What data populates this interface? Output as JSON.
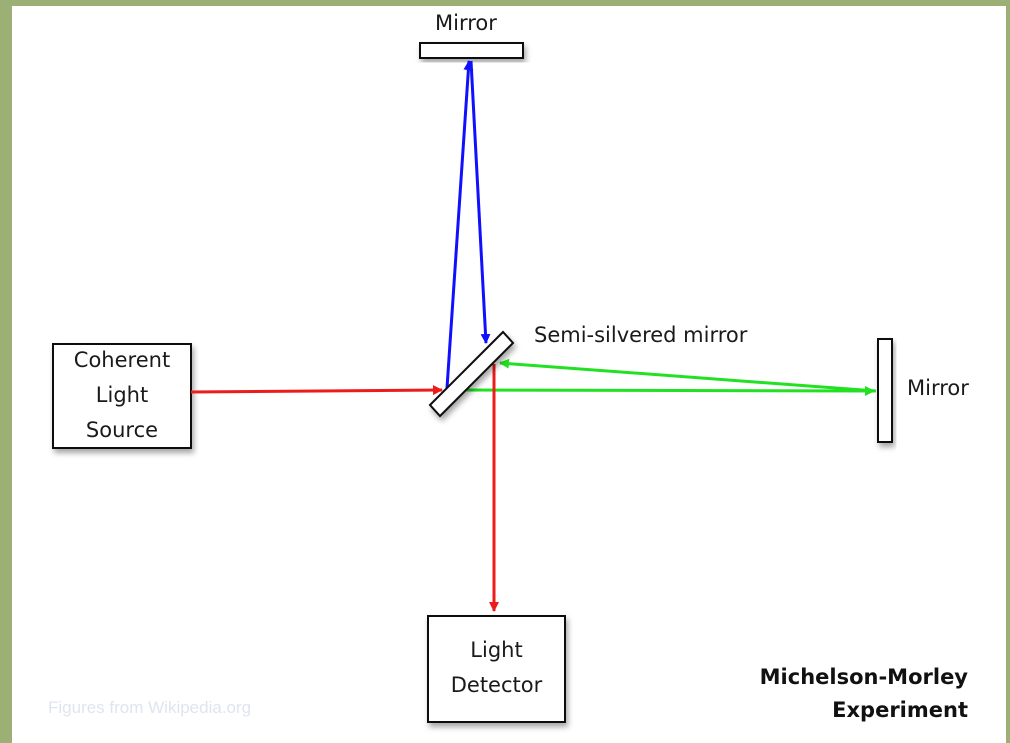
{
  "labels": {
    "mirror_top": "Mirror",
    "mirror_right": "Mirror",
    "beam_splitter": "Semi-silvered mirror",
    "source_line1": "Coherent",
    "source_line2": "Light",
    "source_line3": "Source",
    "detector_line1": "Light",
    "detector_line2": "Detector",
    "title_line1": "Michelson-Morley",
    "title_line2": "Experiment",
    "credit": "Figures from Wikipedia.org"
  },
  "colors": {
    "frame": "#9caf74",
    "source_beam": "#ee1b1b",
    "vertical_arm_beam": "#1010ff",
    "horizontal_arm_beam": "#22e022",
    "component_outline": "#111111"
  }
}
